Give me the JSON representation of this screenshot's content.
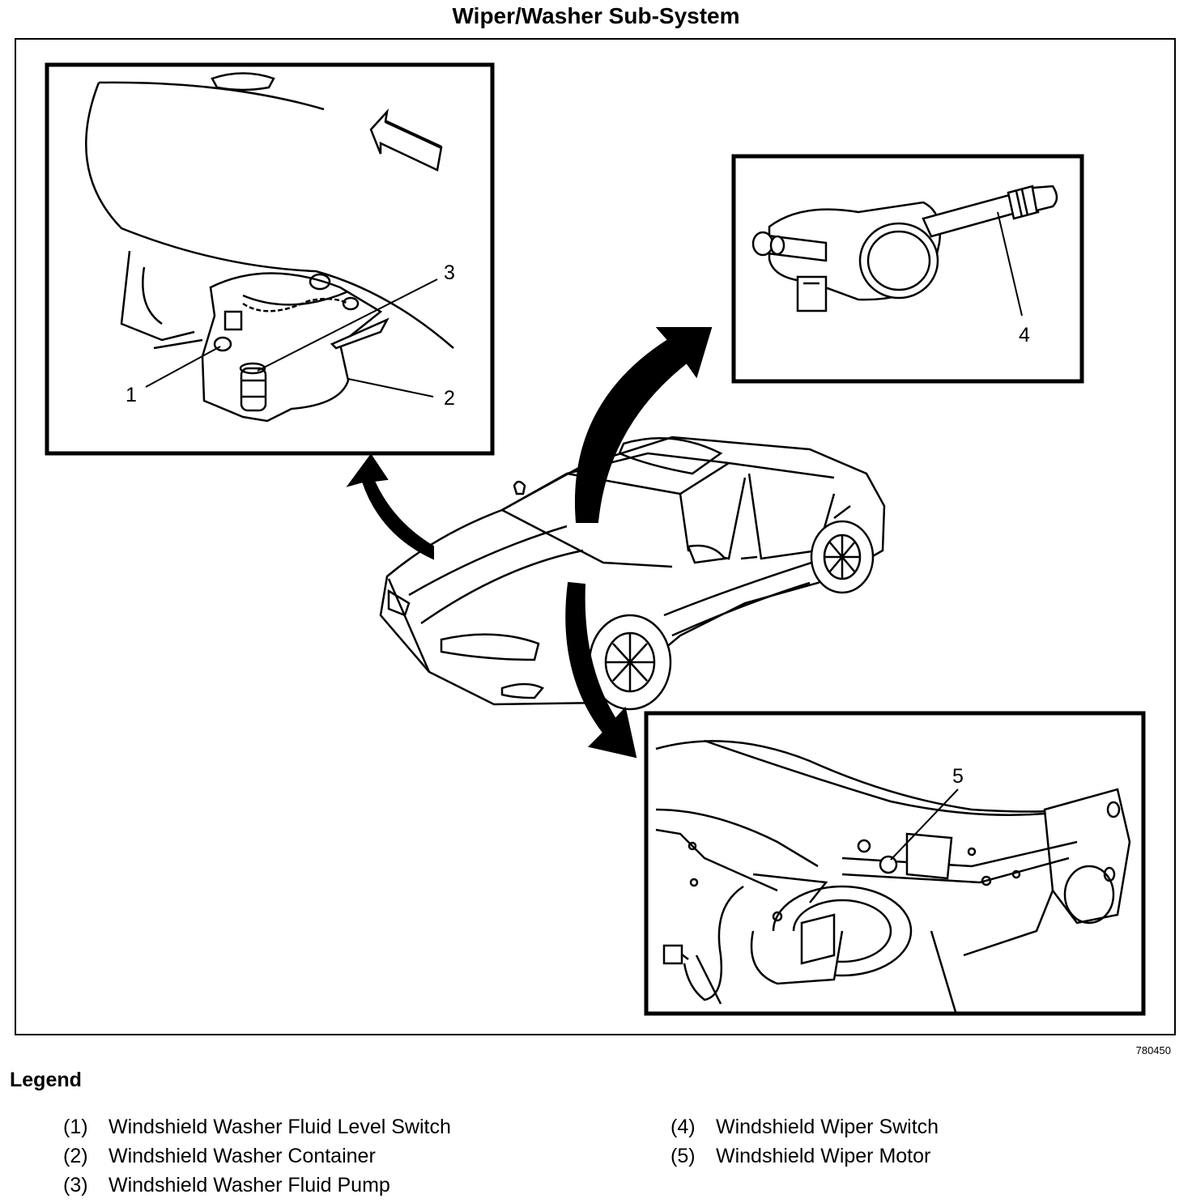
{
  "title": "Wiper/Washer Sub-System",
  "figure_id": "780450",
  "callouts": [
    "1",
    "2",
    "3",
    "4",
    "5"
  ],
  "legend": {
    "heading": "Legend",
    "left": [
      {
        "num": "(1)",
        "label": "Windshield Washer Fluid Level Switch"
      },
      {
        "num": "(2)",
        "label": "Windshield Washer Container"
      },
      {
        "num": "(3)",
        "label": "Windshield Washer Fluid Pump"
      }
    ],
    "right": [
      {
        "num": "(4)",
        "label": "Windshield Wiper Switch"
      },
      {
        "num": "(5)",
        "label": "Windshield Wiper Motor"
      }
    ]
  }
}
